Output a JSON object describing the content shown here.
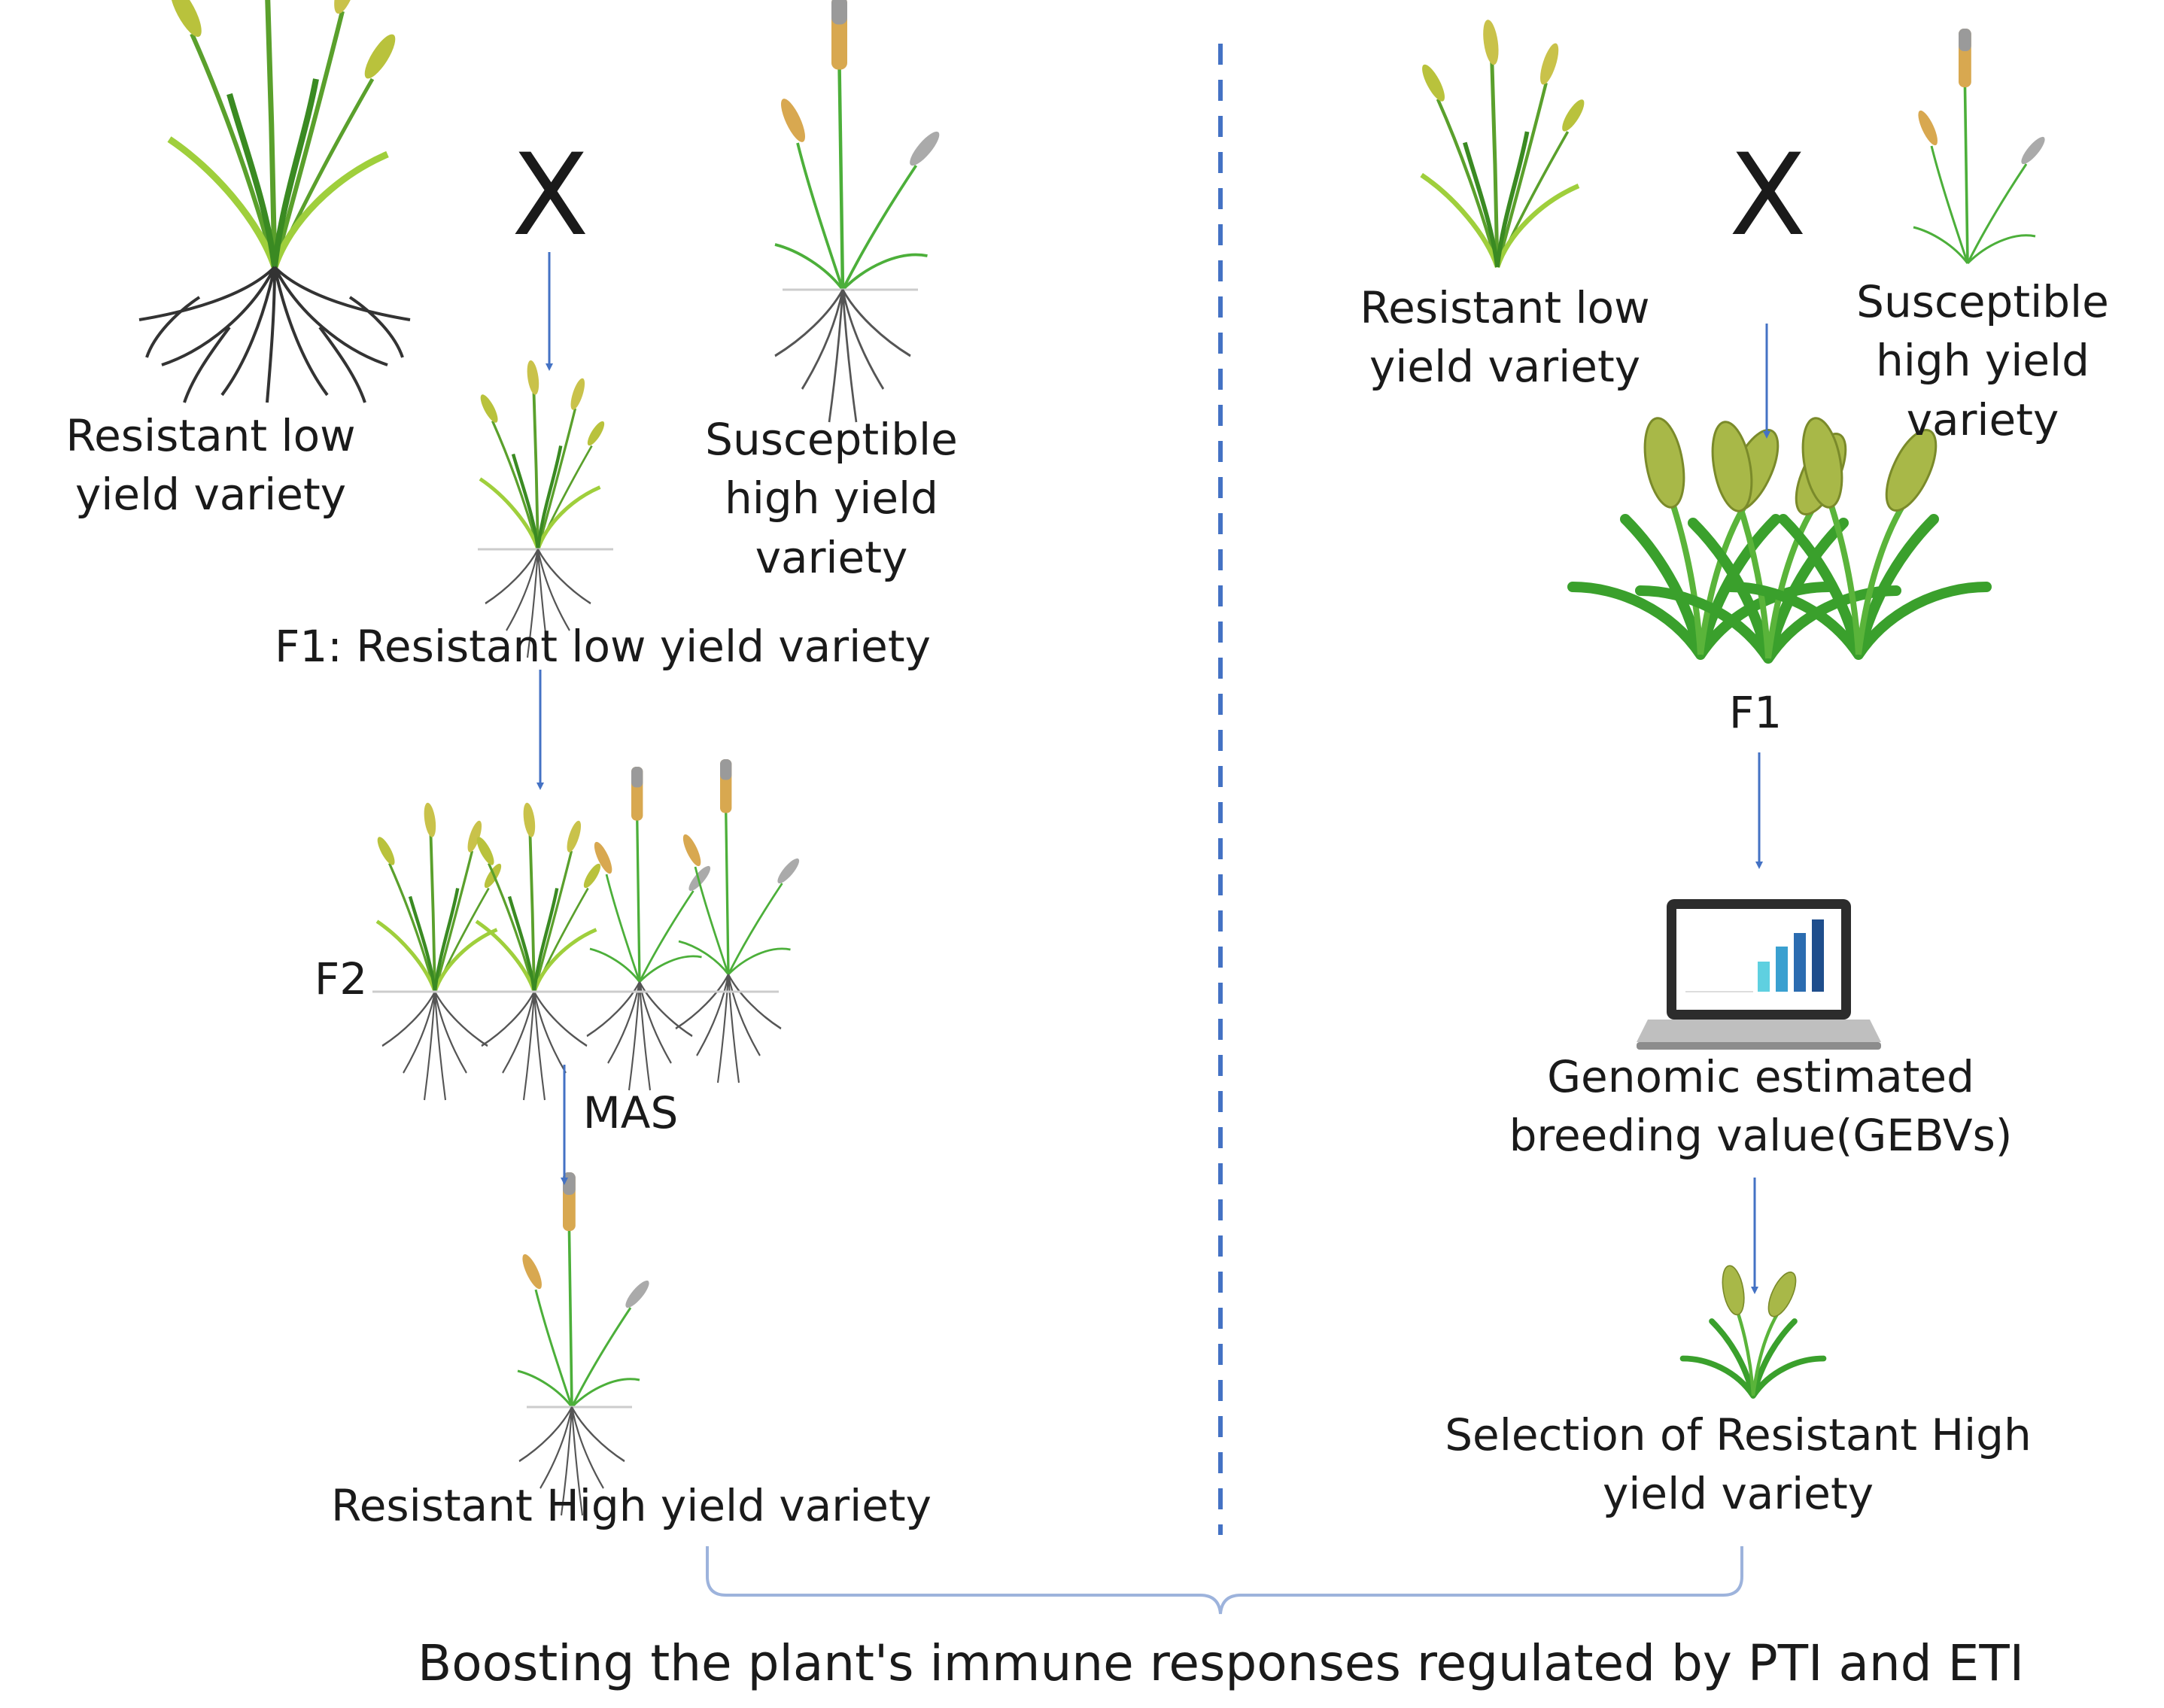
{
  "colors": {
    "arrow": "#4472c4",
    "divider": "#4472c4",
    "bracket": "#9db3dc",
    "stem": "#5aa02c",
    "leaf_light": "#9fcf3c",
    "leaf_dark": "#3a8a22",
    "grain_resistant": "#c9c24a",
    "grain_susceptible": "#d8a850",
    "root": "#555555"
  },
  "left": {
    "cross": "X",
    "parent_resistant": "Resistant low yield variety",
    "parent_susceptible": "Susceptible high yield variety",
    "f1": "F1: Resistant low yield variety",
    "f2": "F2",
    "mas": "MAS",
    "result": "Resistant High yield variety"
  },
  "right": {
    "cross": "X",
    "parent_resistant": "Resistant low yield variety",
    "parent_susceptible": "Susceptible high yield variety",
    "f1": "F1",
    "gebv": "Genomic estimated breeding value(GEBVs)",
    "result": "Selection of Resistant High yield variety"
  },
  "bottom_caption": "Boosting the plant's immune responses regulated by PTI and ETI"
}
